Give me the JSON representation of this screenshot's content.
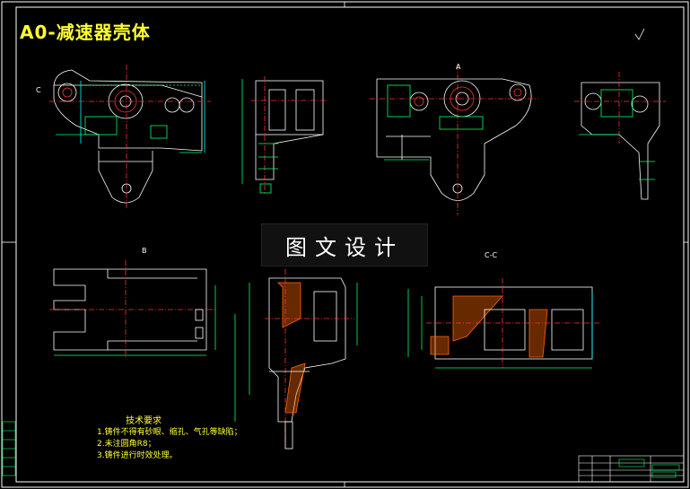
{
  "drawing": {
    "title": "A0-减速器壳体",
    "watermark": "图文设计",
    "section_labels": {
      "view_a": "A",
      "view_b": "B",
      "section_cc": "C-C",
      "left_mark": "C"
    },
    "technical_requirements": {
      "heading": "技术要求",
      "items": [
        "1.铸件不得有砂眼、缩孔、气孔等缺陷；",
        "2.未注圆角R8；",
        "3.铸件进行时效处理。"
      ]
    }
  },
  "colors": {
    "background": "#000000",
    "outline": "#ffffff",
    "dimension": "#00ff66",
    "centerline": "#ff3333",
    "frame": "#ffffff",
    "cyan": "#00ffff",
    "text": "#ffff33"
  }
}
